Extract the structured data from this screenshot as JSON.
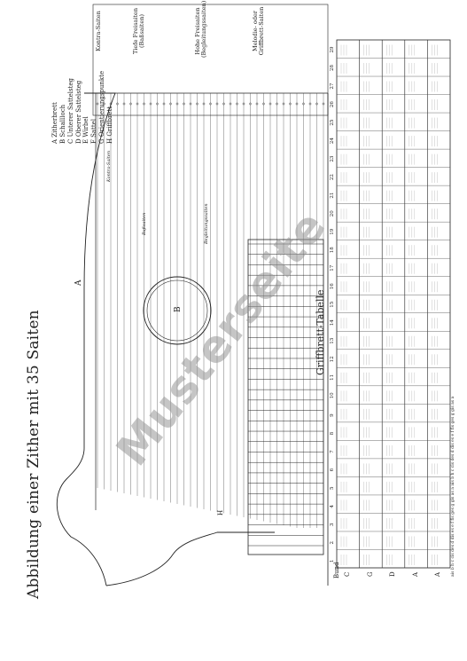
{
  "page": {
    "title": "Abbildung einer Zither mit 35 Saiten",
    "watermark": "Musterseite"
  },
  "legend": [
    "A Zitherbrett",
    "B Schallloch",
    "C Unterer Sattelsteg",
    "D Oberer Sattelsteg"
  ],
  "legend_right": [
    "E Wirbel",
    "F Sattel",
    "G Orientierungspunkte",
    "H Griffbrett"
  ],
  "diagram": {
    "label_a": "A",
    "label_b": "B",
    "label_h": "H",
    "string_count": 35,
    "zone_labels": [
      "Kontra-Saiten",
      "Baßsaiten",
      "Begleitungssaiten"
    ]
  },
  "header_boxes": [
    "Kontra-Saiten",
    "Tiefe Freisaiten (Baßsaiten)",
    "Hohe Freisaiten (Begleitungssaiten)",
    "Melodie- oder Griffbrett-Saiten"
  ],
  "fingerboard": {
    "title": "Griffbrett-Tabelle",
    "bund_label": "Bund",
    "fret_numbers": [
      "1",
      "2",
      "3",
      "4",
      "5",
      "6",
      "7",
      "8",
      "9",
      "10",
      "11",
      "12",
      "13",
      "14",
      "15",
      "16",
      "17",
      "18",
      "19",
      "20",
      "21",
      "22",
      "23",
      "24",
      "25",
      "26",
      "27",
      "28",
      "29"
    ],
    "string_labels": [
      "C",
      "G",
      "D",
      "A",
      "A"
    ],
    "bottom_strip": "ais b  h  c  cis des  d  dis es  e  f  fis ges  g  gis as  a  ais b  h  c  cis des  d  dis es  e  f  fis ges  g  gis as  a"
  },
  "colors": {
    "ink": "#222222",
    "watermark": "#969696"
  }
}
